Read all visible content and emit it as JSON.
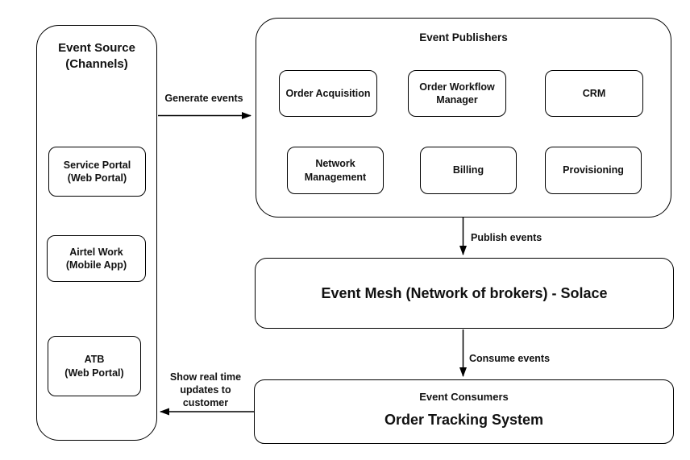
{
  "colors": {
    "stroke": "#000000",
    "background": "#ffffff",
    "text": "#111111"
  },
  "event_source": {
    "title": "Event Source\n(Channels)",
    "channels": [
      {
        "label": "Service Portal\n(Web Portal)"
      },
      {
        "label": "Airtel Work\n(Mobile App)"
      },
      {
        "label": "ATB\n(Web Portal)"
      }
    ]
  },
  "event_publishers": {
    "title": "Event Publishers",
    "systems": [
      {
        "label": "Order Acquisition"
      },
      {
        "label": "Order Workflow\nManager"
      },
      {
        "label": "CRM"
      },
      {
        "label": "Network\nManagement"
      },
      {
        "label": "Billing"
      },
      {
        "label": "Provisioning"
      }
    ]
  },
  "event_mesh": {
    "label": "Event Mesh (Network of brokers) - Solace"
  },
  "event_consumers": {
    "title": "Event Consumers",
    "system": "Order Tracking System"
  },
  "arrows": {
    "generate_events": {
      "label": "Generate events",
      "direction": "right"
    },
    "publish_events": {
      "label": "Publish events",
      "direction": "down"
    },
    "consume_events": {
      "label": "Consume events",
      "direction": "down"
    },
    "show_updates": {
      "label": "Show real time\nupdates to\ncustomer",
      "direction": "left"
    }
  }
}
